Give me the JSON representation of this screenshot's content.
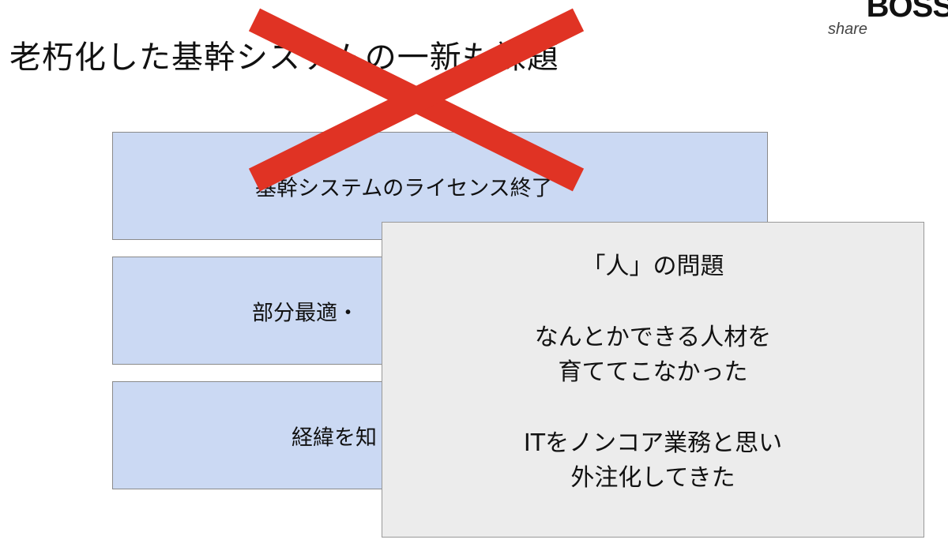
{
  "slide": {
    "title": "老朽化した基幹システムの一新も課題",
    "logo": {
      "main": "BOSS",
      "sub": "share"
    },
    "issues": [
      "基幹システムのライセンス終了",
      "部分最適・",
      "経緯を知"
    ],
    "overlay": {
      "heading": "「人」の問題",
      "line1": "なんとかできる人材を",
      "line2": "育ててこなかった",
      "line3": "ITをノンコア業務と思い",
      "line4": "外注化してきた"
    },
    "colors": {
      "box": "#cbd9f3",
      "overlay": "#ececec",
      "cross": "#e03324"
    }
  }
}
